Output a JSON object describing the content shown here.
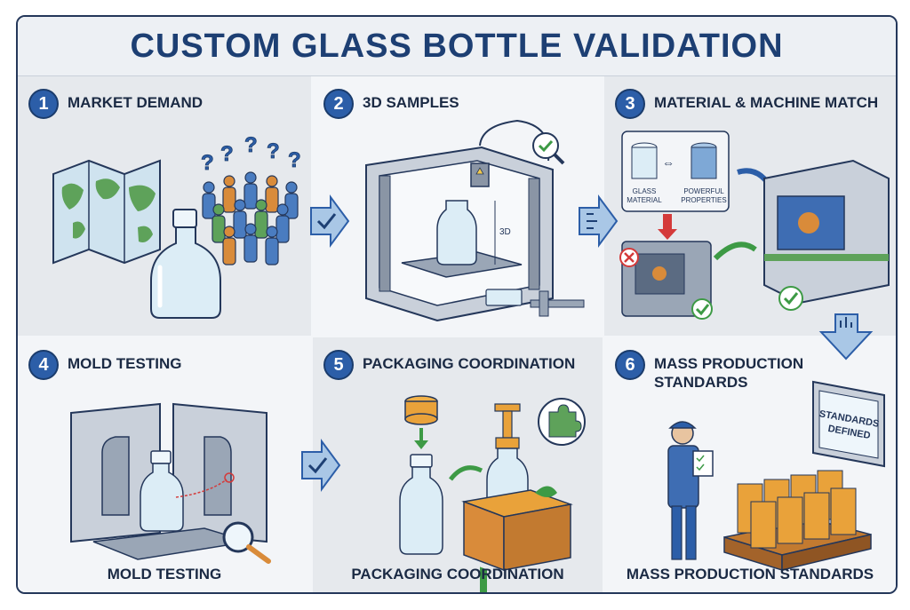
{
  "title": "CUSTOM GLASS BOTTLE VALIDATION",
  "steps": [
    {
      "number": "1",
      "title": "MARKET DEMAND"
    },
    {
      "number": "2",
      "title": "3D SAMPLES"
    },
    {
      "number": "3",
      "title": "MATERIAL & MACHINE MATCH"
    },
    {
      "number": "4",
      "title": "MOLD TESTING",
      "caption": "MOLD TESTING"
    },
    {
      "number": "5",
      "title": "PACKAGING COORDINATION",
      "caption": "PACKAGING COORDINATION"
    },
    {
      "number": "6",
      "title": "MASS PRODUCTION STANDARDS",
      "caption": "MASS PRODUCTION STANDARDS"
    }
  ],
  "labels": {
    "dimension_3d": "3D",
    "glass_material_line1": "GLASS",
    "glass_material_line2": "MATERIAL",
    "powerful_properties_line1": "POWERFUL",
    "powerful_properties_line2": "PROPERTIES",
    "standards_line1": "STANDARDS",
    "standards_line2": "DEFINED"
  },
  "colors": {
    "title": "#1d3f73",
    "accent_blue": "#2c5ea8",
    "check_green": "#3d9a45",
    "reject_red": "#d43a3a",
    "box_orange": "#d98b3a"
  }
}
